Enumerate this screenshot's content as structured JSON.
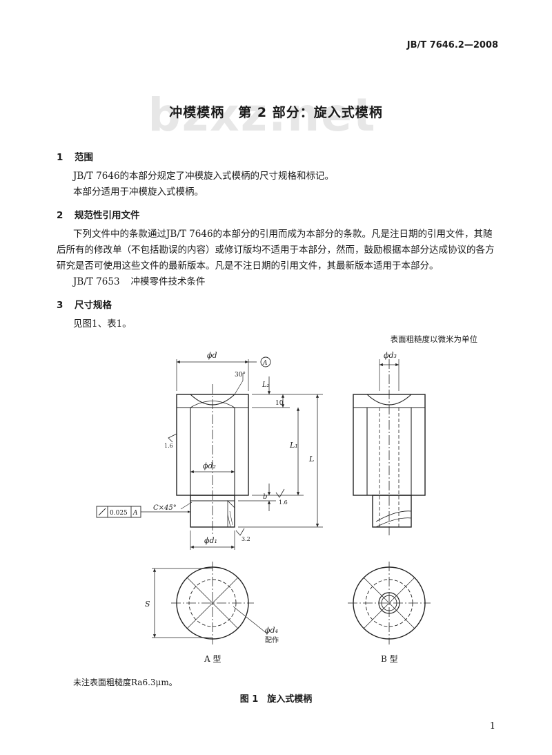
{
  "header": {
    "standard_number": "JB/T 7646.2—2008"
  },
  "watermark": "bzxz.net",
  "title": "冲模模柄　第 2 部分：旋入式模柄",
  "sections": [
    {
      "num": "1",
      "heading": "范围",
      "p1": "JB/T 7646的本部分规定了冲模旋入式模柄的尺寸规格和标记。",
      "p2": "本部分适用于冲模旋入式模柄。"
    },
    {
      "num": "2",
      "heading": "规范性引用文件",
      "p1": "下列文件中的条款通过JB/T 7646的本部分的引用而成为本部分的条款。凡是注日期的引用文件，其随后所有的修改单（不包括勘误的内容）或修订版均不适用于本部分，然而，鼓励根据本部分达成协议的各方研究是否可使用这些文件的最新版本。凡是不注日期的引用文件，其最新版本适用于本部分。",
      "ref_code": "JB/T 7653",
      "ref_title": "冲模零件技术条件"
    },
    {
      "num": "3",
      "heading": "尺寸规格",
      "p1": "见图1、表1。"
    }
  ],
  "figure": {
    "unit_note": "表面粗糙度以微米为单位",
    "labels": {
      "phi_d": "ϕd",
      "datum_a": "A",
      "angle": "30°",
      "l2": "L₂",
      "ten": "10",
      "l1": "L₁",
      "L": "L",
      "phi_d2": "ϕd₂",
      "b": "b",
      "ra16a": "1.6",
      "ra16b": "1.6",
      "chamfer": "C×45°",
      "tol_value": "0.025",
      "tol_datum": "A",
      "phi_d1": "ϕd₁",
      "ra32": "3.2",
      "phi_d3": "ϕd₃",
      "S": "S",
      "phi_d4": "ϕd₄",
      "fit": "配作"
    },
    "type_a": "A 型",
    "type_b": "B 型",
    "note": "未注表面粗糙度Ra6.3μm。",
    "caption": "图 1　旋入式模柄"
  },
  "page_number": "1"
}
